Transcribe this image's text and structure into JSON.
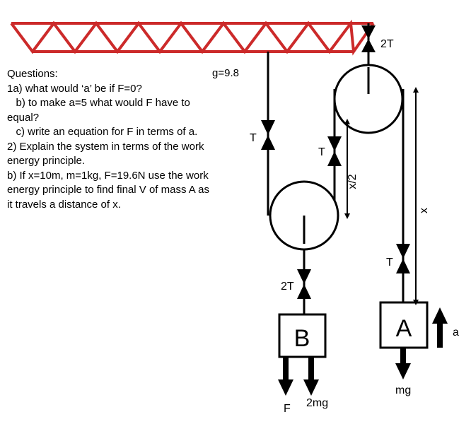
{
  "questions": {
    "heading": "Questions:",
    "gravity": "g=9.8",
    "lines": [
      "1a) what would ‘a’ be if F=0?",
      "   b) to make a=5 what would F have to",
      "equal?",
      "   c) write an equation for F in terms of a.",
      "2) Explain the system in terms of the work",
      "energy principle.",
      "b) If x=10m, m=1kg, F=19.6N use the work",
      "energy principle to find final V of mass A as",
      "it travels a distance of x."
    ]
  },
  "diagram": {
    "tension_ceiling": "2T",
    "tension_left": "T",
    "tension_middle": "T",
    "tension_right": "T",
    "tension_b": "2T",
    "dist_half": "x/2",
    "dist_full": "x",
    "block_b": "B",
    "block_a": "A",
    "force_f": "F",
    "weight_b": "2mg",
    "weight_a": "mg",
    "accel": "a",
    "truss_color": "#cc2a2a"
  }
}
